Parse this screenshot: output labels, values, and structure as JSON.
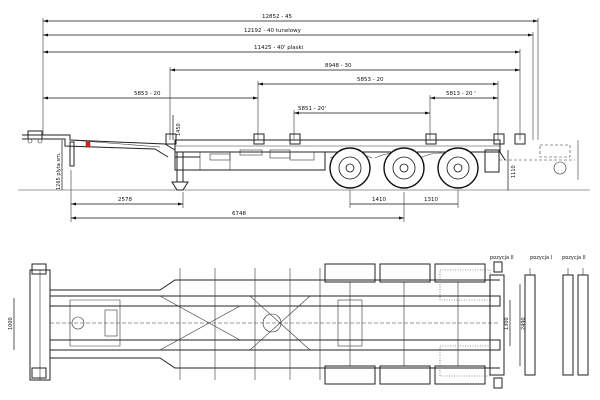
{
  "dimensions": {
    "top": [
      {
        "text": "12852 - 45"
      },
      {
        "text": "12192 - 40 tunelowy"
      },
      {
        "text": "11425 - 40' plaski"
      },
      {
        "text": "8948 - 30"
      },
      {
        "text": "5853 - 20"
      },
      {
        "text": "5853 - 20"
      },
      {
        "text": "5851 - 20'"
      },
      {
        "text": "5813 - 20 '"
      }
    ],
    "vertical": [
      {
        "text": "1450"
      },
      {
        "text": "1265 plyta sm."
      },
      {
        "text": "1110"
      }
    ],
    "bottom": [
      {
        "text": "2578"
      },
      {
        "text": "6748"
      },
      {
        "text": "1410"
      },
      {
        "text": "1310"
      }
    ],
    "plan_vertical": [
      {
        "text": "1000"
      },
      {
        "text": "1300"
      },
      {
        "text": "2490"
      }
    ]
  },
  "plan_labels": [
    {
      "text": "pozycja II"
    },
    {
      "text": "pozycja I"
    },
    {
      "text": "pozycja II"
    }
  ]
}
